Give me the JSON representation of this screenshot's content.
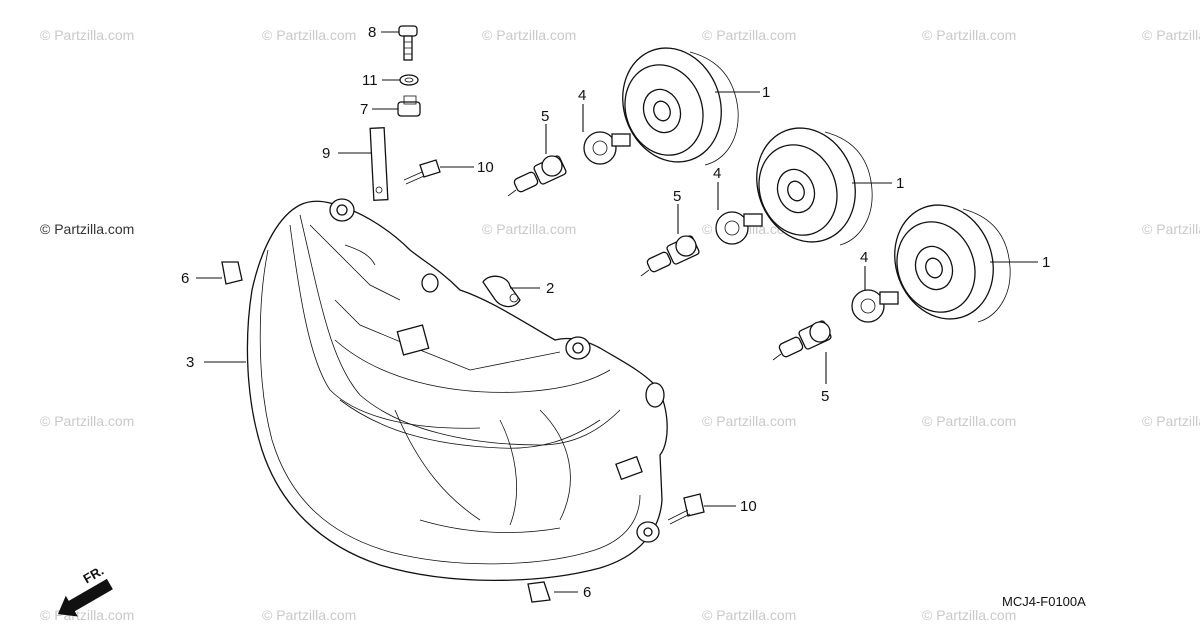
{
  "watermark_text": "© Partzilla.com",
  "diagram_code": "MCJ4-F0100A",
  "front_indicator": "FR.",
  "callouts": [
    "1",
    "1",
    "1",
    "2",
    "3",
    "4",
    "4",
    "4",
    "5",
    "5",
    "5",
    "6",
    "6",
    "7",
    "8",
    "9",
    "10",
    "10",
    "11"
  ],
  "parts": {
    "p1": "1",
    "p2": "2",
    "p3": "3",
    "p4": "4",
    "p5": "5",
    "p6": "6",
    "p7": "7",
    "p8": "8",
    "p9": "9",
    "p10": "10",
    "p11": "11"
  }
}
